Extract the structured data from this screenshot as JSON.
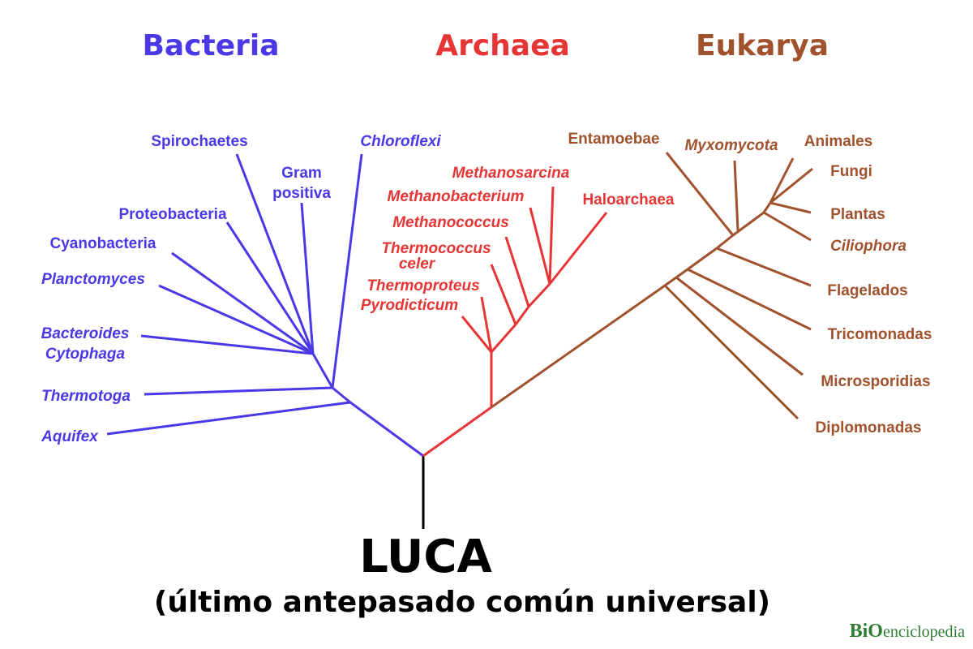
{
  "colors": {
    "bacteria": "#4a38e6",
    "archaea": "#e53535",
    "eukarya": "#a0522d",
    "root": "#000000",
    "logo": "#2e7d32"
  },
  "domains": {
    "bacteria": "Bacteria",
    "archaea": "Archaea",
    "eukarya": "Eukarya"
  },
  "bacteria": {
    "spirochaetes": "Spirochaetes",
    "gram1": "Gram",
    "gram2": "positiva",
    "chloroflexi": "Chloroflexi",
    "proteobacteria": "Proteobacteria",
    "cyanobacteria": "Cyanobacteria",
    "planctomyces": "Planctomyces",
    "bacteroides1": "Bacteroides",
    "bacteroides2": "Cytophaga",
    "thermotoga": "Thermotoga",
    "aquifex": "Aquifex"
  },
  "archaea": {
    "methanosarcina": "Methanosarcina",
    "methanobacterium": "Methanobacterium",
    "haloarchaea": "Haloarchaea",
    "methanococcus": "Methanococcus",
    "thermococcus1": "Thermococcus",
    "thermococcus2": "celer",
    "thermoproteus": "Thermoproteus",
    "pyrodicticum": "Pyrodicticum"
  },
  "eukarya": {
    "entamoebae": "Entamoebae",
    "myxomycota": "Myxomycota",
    "animales": "Animales",
    "fungi": "Fungi",
    "plantas": "Plantas",
    "ciliophora": "Ciliophora",
    "flagelados": "Flagelados",
    "tricomonadas": "Tricomonadas",
    "microsporidias": "Microsporidias",
    "diplomonadas": "Diplomonadas"
  },
  "luca": {
    "title": "LUCA",
    "subtitle": "(último antepasado común universal)"
  },
  "logo": {
    "prefix": "BiO",
    "text": "enciclopedia"
  }
}
